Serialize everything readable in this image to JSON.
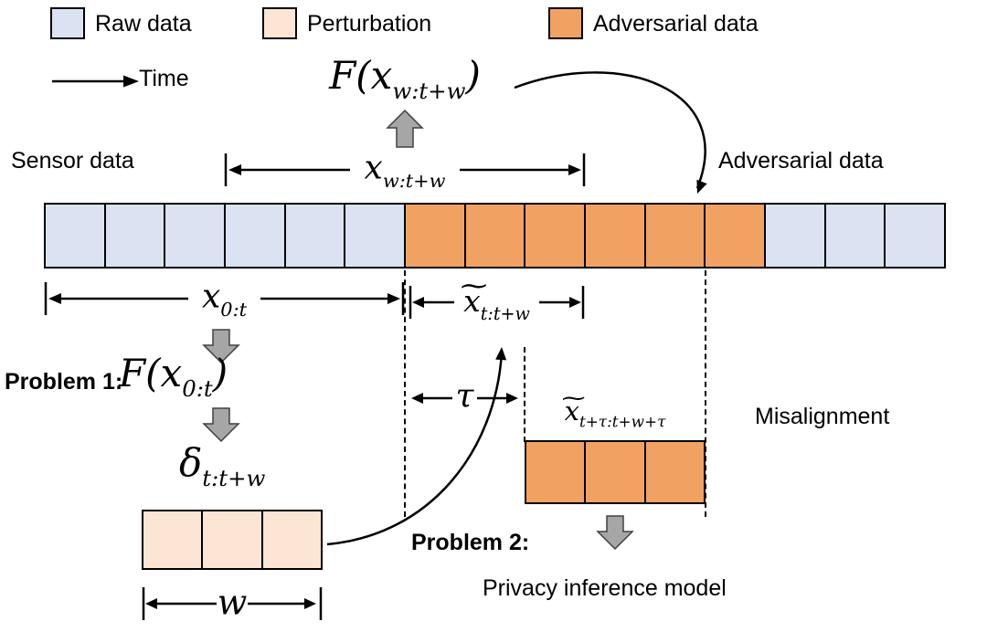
{
  "colors": {
    "raw": "#dbe3f3",
    "perturbation": "#fce5d5",
    "adversarial": "#f1a263",
    "border": "#000000",
    "block_arrow": "#a6a6a6"
  },
  "legend": {
    "raw_label": "Raw data",
    "perturbation_label": "Perturbation",
    "adversarial_label": "Adversarial data"
  },
  "time_label": "Time",
  "labels": {
    "sensor_data": "Sensor data",
    "adversarial_data": "Adversarial data",
    "misalignment": "Misalignment",
    "problem1": "Problem 1:",
    "problem2": "Problem 2:",
    "privacy_model": "Privacy inference model"
  },
  "math": {
    "tilde": "~",
    "f_window": {
      "prefix": "F(",
      "base": "x",
      "sub": "w:t+w",
      "suffix": ")"
    },
    "x_window": {
      "base": "x",
      "sub": "w:t+w"
    },
    "x_history": {
      "base": "x",
      "sub": "0:t"
    },
    "x_adv": {
      "base": "x",
      "sub": "t:t+w"
    },
    "f_history": {
      "prefix": "F(",
      "base": "x",
      "sub": "0:t",
      "suffix": ")"
    },
    "delta": {
      "base": "δ",
      "sub": "t:t+w"
    },
    "tau": "τ",
    "x_shifted": {
      "base": "x",
      "sub": "t+τ:t+w+τ"
    },
    "w": "w"
  },
  "strips": {
    "main": [
      "raw",
      "raw",
      "raw",
      "raw",
      "raw",
      "raw",
      "adversarial",
      "adversarial",
      "adversarial",
      "adversarial",
      "adversarial",
      "adversarial",
      "raw",
      "raw",
      "raw"
    ],
    "perturbation": [
      "perturbation",
      "perturbation",
      "perturbation"
    ],
    "shifted": [
      "adversarial",
      "adversarial",
      "adversarial"
    ]
  }
}
